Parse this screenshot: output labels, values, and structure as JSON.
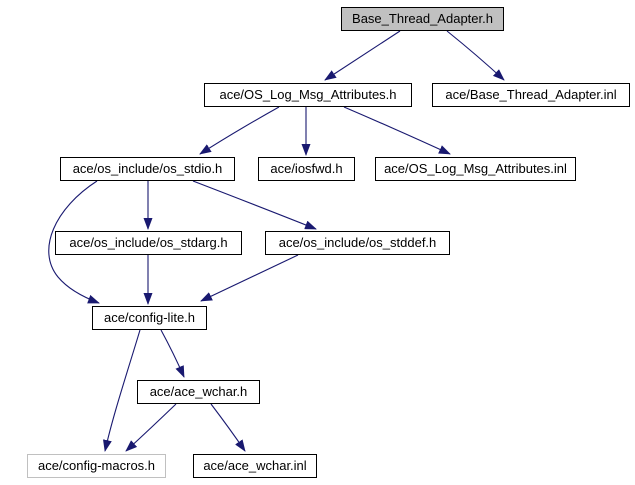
{
  "diagram": {
    "type": "include-dependency-graph",
    "background_color": "#ffffff",
    "edge_color": "#191970",
    "node_fill": "#ffffff",
    "node_border_color": "#000000",
    "root_node_fill": "#c0c0c0",
    "external_node_border_color": "#c0c0c0"
  },
  "nodes": [
    {
      "id": "base_thread_adapter_h",
      "label": "Base_Thread_Adapter.h",
      "style": "root"
    },
    {
      "id": "os_log_msg_attributes_h",
      "label": "ace/OS_Log_Msg_Attributes.h",
      "style": "normal"
    },
    {
      "id": "base_thread_adapter_inl",
      "label": "ace/Base_Thread_Adapter.inl",
      "style": "normal"
    },
    {
      "id": "os_stdio_h",
      "label": "ace/os_include/os_stdio.h",
      "style": "normal"
    },
    {
      "id": "iosfwd_h",
      "label": "ace/iosfwd.h",
      "style": "normal"
    },
    {
      "id": "os_log_msg_attributes_inl",
      "label": "ace/OS_Log_Msg_Attributes.inl",
      "style": "normal"
    },
    {
      "id": "os_stdarg_h",
      "label": "ace/os_include/os_stdarg.h",
      "style": "normal"
    },
    {
      "id": "os_stddef_h",
      "label": "ace/os_include/os_stddef.h",
      "style": "normal"
    },
    {
      "id": "config_lite_h",
      "label": "ace/config-lite.h",
      "style": "normal"
    },
    {
      "id": "ace_wchar_h",
      "label": "ace/ace_wchar.h",
      "style": "normal"
    },
    {
      "id": "config_macros_h",
      "label": "ace/config-macros.h",
      "style": "external"
    },
    {
      "id": "ace_wchar_inl",
      "label": "ace/ace_wchar.inl",
      "style": "normal"
    }
  ],
  "edges": [
    {
      "from": "Base_Thread_Adapter.h",
      "to": "ace/OS_Log_Msg_Attributes.h"
    },
    {
      "from": "Base_Thread_Adapter.h",
      "to": "ace/Base_Thread_Adapter.inl"
    },
    {
      "from": "ace/OS_Log_Msg_Attributes.h",
      "to": "ace/os_include/os_stdio.h"
    },
    {
      "from": "ace/OS_Log_Msg_Attributes.h",
      "to": "ace/iosfwd.h"
    },
    {
      "from": "ace/OS_Log_Msg_Attributes.h",
      "to": "ace/OS_Log_Msg_Attributes.inl"
    },
    {
      "from": "ace/os_include/os_stdio.h",
      "to": "ace/os_include/os_stdarg.h"
    },
    {
      "from": "ace/os_include/os_stdio.h",
      "to": "ace/os_include/os_stddef.h"
    },
    {
      "from": "ace/os_include/os_stdio.h",
      "to": "ace/config-lite.h"
    },
    {
      "from": "ace/os_include/os_stdarg.h",
      "to": "ace/config-lite.h"
    },
    {
      "from": "ace/os_include/os_stddef.h",
      "to": "ace/config-lite.h"
    },
    {
      "from": "ace/config-lite.h",
      "to": "ace/ace_wchar.h"
    },
    {
      "from": "ace/config-lite.h",
      "to": "ace/config-macros.h"
    },
    {
      "from": "ace/ace_wchar.h",
      "to": "ace/config-macros.h"
    },
    {
      "from": "ace/ace_wchar.h",
      "to": "ace/ace_wchar.inl"
    }
  ]
}
